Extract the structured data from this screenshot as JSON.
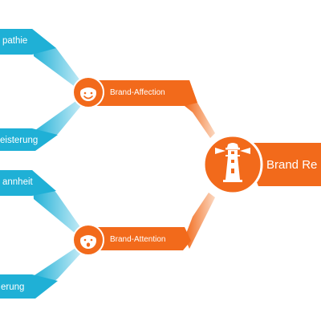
{
  "colors": {
    "blue": "#1fb0d6",
    "blue_light": "#cdeef8",
    "orange": "#f26a1b",
    "orange_light": "#fbd8c1"
  },
  "blue_labels": [
    "pathie",
    "eisterung",
    "annheit",
    "erung"
  ],
  "mid_nodes": [
    {
      "label": "Brand-Affection",
      "icon": "smiling-face-icon"
    },
    {
      "label": "Brand-Attention",
      "icon": "surprised-face-icon"
    }
  ],
  "end_node": {
    "label": "Brand Re",
    "icon": "lighthouse-icon"
  }
}
